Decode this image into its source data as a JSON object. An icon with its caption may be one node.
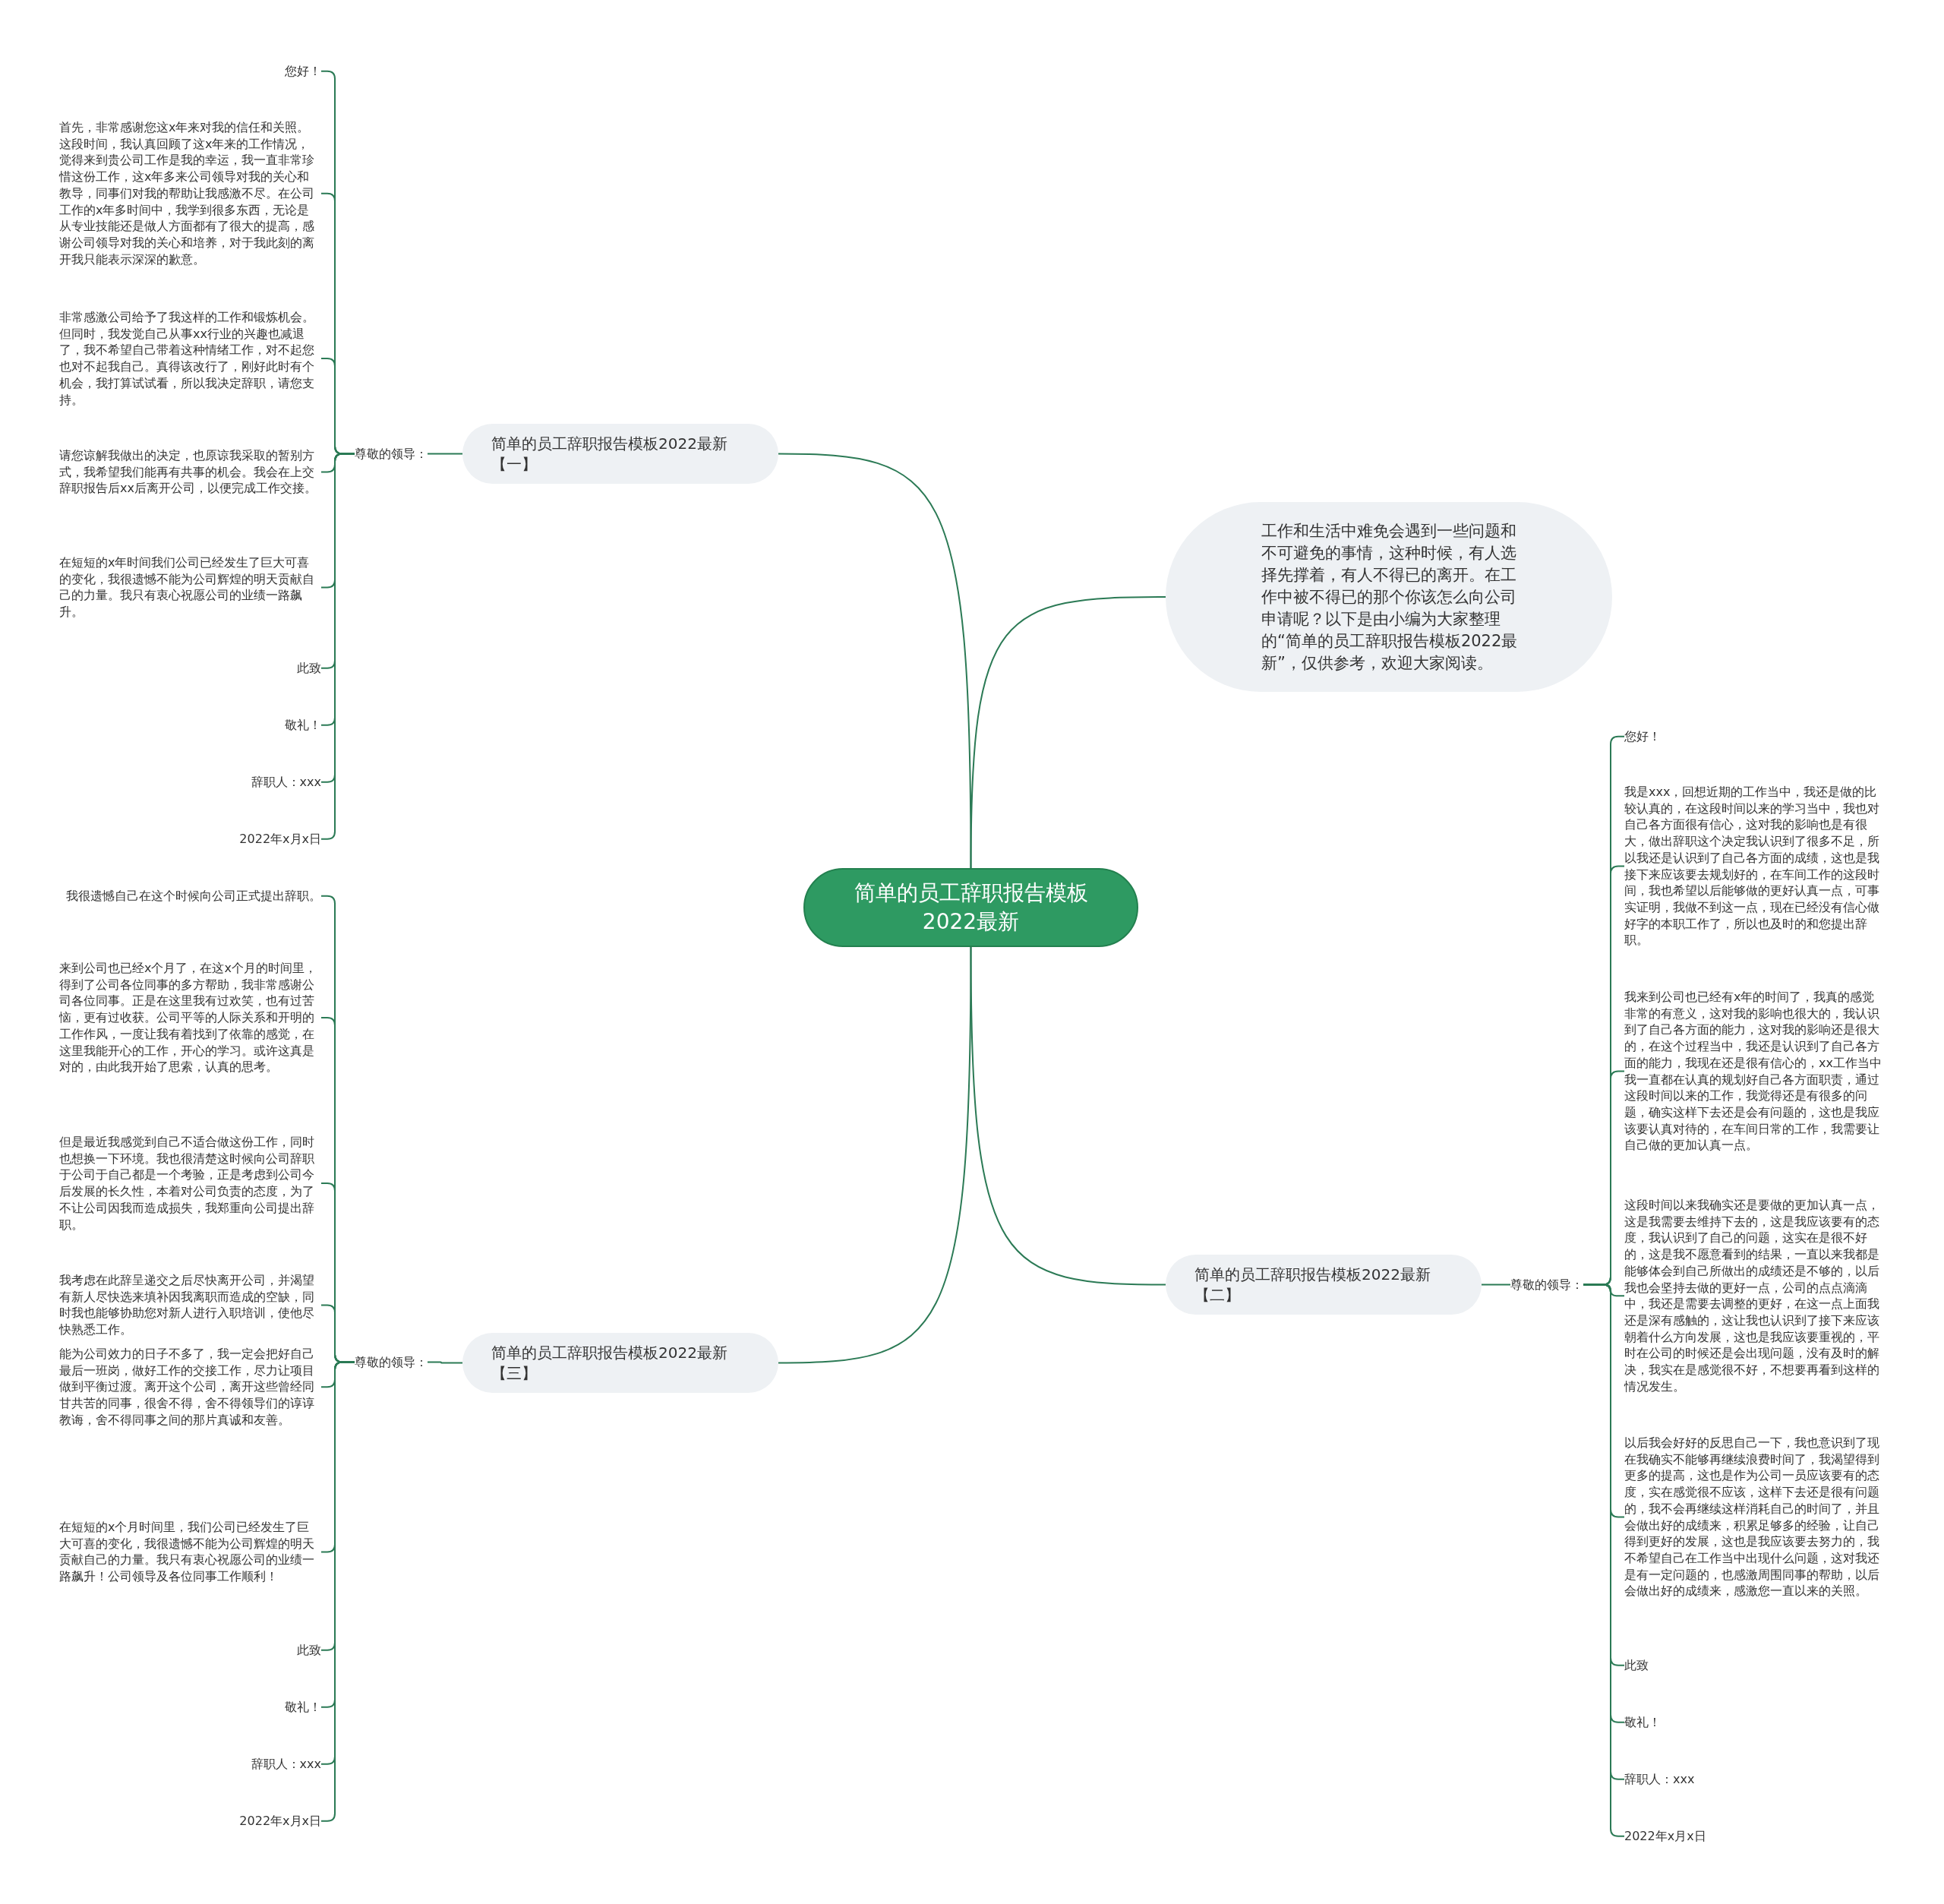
{
  "diagram": {
    "nodes": [
      {
        "text": [
          "简单的员工辞职报告模板2022最新"
        ]
      },
      {
        "text": [
          "简单的员工辞职报告模板2022最新【一】"
        ]
      },
      {
        "text": [
          "工作和生活中难免会遇到一些问题和不可避免的事情，这种时候，有人选择先撑着，有人不得已的离开。在工作中被不得已的那个你该怎么向公司申请呢？以下是由小编为大家整理的“简单的员工辞职报告模板2022最新”，仅供参考，欢迎大家阅读。"
        ]
      },
      {
        "text": [
          "简单的员工辞职报告模板2022最新【二】"
        ]
      },
      {
        "text": [
          "简单的员工辞职报告模板2022最新【三】"
        ]
      },
      {
        "text": [
          "尊敬的领导："
        ]
      },
      {
        "text": [
          "您好！"
        ]
      },
      {
        "text": [
          "首先，非常感谢您这x年来对我的信任和关照。这段时间，我认真回顾了这x年来的工作情况，觉得来到贵公司工作是我的幸运，我一直非常珍惜这份工作，这x年多来公司领导对我的关心和教导，同事们对我的帮助让我感激不尽。在公司工作的x年多时间中，我学到很多东西，无论是从专业技能还是做人方面都有了很大的提高，感谢公司领导对我的关心和培养，对于我此刻的离开我只能表示深深的歉意。"
        ]
      },
      {
        "text": [
          "非常感激公司给予了我这样的工作和锻炼机会。但同时，我发觉自己从事xx行业的兴趣也减退了，我不希望自己带着这种情绪工作，对不起您也对不起我自己。真得该改行了，刚好此时有个机会，我打算试试看，所以我决定辞职，请您支持。"
        ]
      },
      {
        "text": [
          "请您谅解我做出的决定，也原谅我采取的暂别方式，我希望我们能再有共事的机会。我会在上交辞职报告后xx后离开公司，以便完成工作交接。"
        ]
      },
      {
        "text": [
          "在短短的x年时间我们公司已经发生了巨大可喜的变化，我很遗憾不能为公司辉煌的明天贡献自己的力量。我只有衷心祝愿公司的业绩一路飙升。"
        ]
      },
      {
        "text": [
          "此致"
        ]
      },
      {
        "text": [
          "敬礼！"
        ]
      },
      {
        "text": [
          "辞职人：xxx"
        ]
      },
      {
        "text": [
          "2022年x月x日"
        ]
      },
      {
        "text": [
          "尊敬的领导："
        ]
      },
      {
        "text": [
          "您好！"
        ]
      },
      {
        "text": [
          "我是xxx，回想近期的工作当中，我还是做的比较认真的，在这段时间以来的学习当中，我也对自己各方面很有信心，这对我的影响也是有很大，做出辞职这个决定我认识到了很多不足，所以我还是认识到了自己各方面的成绩，这也是我接下来应该要去规划好的，在车间工作的这段时间，我也希望以后能够做的更好认真一点，可事实证明，我做不到这一点，现在已经没有信心做好字的本职工作了，所以也及时的和您提出辞职。"
        ]
      },
      {
        "text": [
          "我来到公司也已经有x年的时间了，我真的感觉非常的有意义，这对我的影响也很大的，我认识到了自己各方面的能力，这对我的影响还是很大的，在这个过程当中，我还是认识到了自己各方面的能力，我现在还是很有信心的，xx工作当中我一直都在认真的规划好自己各方面职责，通过这段时间以来的工作，我觉得还是有很多的问题，确实这样下去还是会有问题的，这也是我应该要认真对待的，在车间日常的工作，我需要让自己做的更加认真一点。"
        ]
      },
      {
        "text": [
          "这段时间以来我确实还是要做的更加认真一点，这是我需要去维持下去的，这是我应该要有的态度，我认识到了自己的问题，这实在是很不好的，这是我不愿意看到的结果，一直以来我都是能够体会到自己所做出的成绩还是不够的，以后我也会坚持去做的更好一点，公司的点点滴滴中，我还是需要去调整的更好，在这一点上面我还是深有感触的，这让我也认识到了接下来应该朝着什么方向发展，这也是我应该要重视的，平时在公司的时候还是会出现问题，没有及时的解决，我实在是感觉很不好，不想要再看到这样的情况发生。"
        ]
      },
      {
        "text": [
          "以后我会好好的反思自己一下，我也意识到了现在我确实不能够再继续浪费时间了，我渴望得到更多的提高，这也是作为公司一员应该要有的态度，实在感觉很不应该，这样下去还是很有问题的，我不会再继续这样消耗自己的时间了，并且会做出好的成绩来，积累足够多的经验，让自己得到更好的发展，这也是我应该要去努力的，我不希望自己在工作当中出现什么问题，这对我还是有一定问题的，也感激周围同事的帮助，以后会做出好的成绩来，感激您一直以来的关照。"
        ]
      },
      {
        "text": [
          "此致"
        ]
      },
      {
        "text": [
          "敬礼！"
        ]
      },
      {
        "text": [
          "辞职人：xxx"
        ]
      },
      {
        "text": [
          "2022年x月x日"
        ]
      },
      {
        "text": [
          "尊敬的领导："
        ]
      },
      {
        "text": [
          "我很遗憾自己在这个时候向公司正式提出辞职。"
        ]
      },
      {
        "text": [
          "来到公司也已经x个月了，在这x个月的时间里，得到了公司各位同事的多方帮助，我非常感谢公司各位同事。正是在这里我有过欢笑，也有过苦恼，更有过收获。公司平等的人际关系和开明的工作作风，一度让我有着找到了依靠的感觉，在这里我能开心的工作，开心的学习。或许这真是对的，由此我开始了思索，认真的思考。"
        ]
      },
      {
        "text": [
          "但是最近我感觉到自己不适合做这份工作，同时也想换一下环境。我也很清楚这时候向公司辞职于公司于自己都是一个考验，正是考虑到公司今后发展的长久性，本着对公司负责的态度，为了不让公司因我而造成损失，我郑重向公司提出辞职。"
        ]
      },
      {
        "text": [
          "我考虑在此辞呈递交之后尽快离开公司，并渴望有新人尽快选来填补因我离职而造成的空缺，同时我也能够协助您对新人进行入职培训，使他尽快熟悉工作。"
        ]
      },
      {
        "text": [
          "能为公司效力的日子不多了，我一定会把好自己最后一班岗，做好工作的交接工作，尽力让项目做到平衡过渡。离开这个公司，离开这些曾经同甘共苦的同事，很舍不得，舍不得领导们的谆谆教诲，舍不得同事之间的那片真诚和友善。"
        ]
      },
      {
        "text": [
          "在短短的x个月时间里，我们公司已经发生了巨大可喜的变化，我很遗憾不能为公司辉煌的明天贡献自己的力量。我只有衷心祝愿公司的业绩一路飙升！公司领导及各位同事工作顺利！"
        ]
      },
      {
        "text": [
          "此致"
        ]
      },
      {
        "text": [
          "敬礼！"
        ]
      },
      {
        "text": [
          "辞职人：xxx"
        ]
      },
      {
        "text": [
          "2022年x月x日"
        ]
      }
    ],
    "edges": [
      {
        "from": 0,
        "to": 1,
        "arrow": "none"
      },
      {
        "from": 0,
        "to": 2,
        "arrow": "none"
      },
      {
        "from": 0,
        "to": 3,
        "arrow": "none"
      },
      {
        "from": 0,
        "to": 4,
        "arrow": "none"
      },
      {
        "from": 1,
        "to": 5,
        "arrow": "none"
      },
      {
        "from": 5,
        "to": 6,
        "arrow": "none"
      },
      {
        "from": 5,
        "to": 7,
        "arrow": "none"
      },
      {
        "from": 5,
        "to": 8,
        "arrow": "none"
      },
      {
        "from": 5,
        "to": 9,
        "arrow": "none"
      },
      {
        "from": 5,
        "to": 10,
        "arrow": "none"
      },
      {
        "from": 5,
        "to": 11,
        "arrow": "none"
      },
      {
        "from": 5,
        "to": 12,
        "arrow": "none"
      },
      {
        "from": 5,
        "to": 13,
        "arrow": "none"
      },
      {
        "from": 5,
        "to": 14,
        "arrow": "none"
      },
      {
        "from": 3,
        "to": 15,
        "arrow": "none"
      },
      {
        "from": 15,
        "to": 16,
        "arrow": "none"
      },
      {
        "from": 15,
        "to": 17,
        "arrow": "none"
      },
      {
        "from": 15,
        "to": 18,
        "arrow": "none"
      },
      {
        "from": 15,
        "to": 19,
        "arrow": "none"
      },
      {
        "from": 15,
        "to": 20,
        "arrow": "none"
      },
      {
        "from": 15,
        "to": 21,
        "arrow": "none"
      },
      {
        "from": 15,
        "to": 22,
        "arrow": "none"
      },
      {
        "from": 15,
        "to": 23,
        "arrow": "none"
      },
      {
        "from": 15,
        "to": 24,
        "arrow": "none"
      },
      {
        "from": 4,
        "to": 25,
        "arrow": "none"
      },
      {
        "from": 25,
        "to": 26,
        "arrow": "none"
      },
      {
        "from": 25,
        "to": 27,
        "arrow": "none"
      },
      {
        "from": 25,
        "to": 28,
        "arrow": "none"
      },
      {
        "from": 25,
        "to": 29,
        "arrow": "none"
      },
      {
        "from": 25,
        "to": 30,
        "arrow": "none"
      },
      {
        "from": 25,
        "to": 31,
        "arrow": "none"
      },
      {
        "from": 25,
        "to": 32,
        "arrow": "none"
      },
      {
        "from": 25,
        "to": 33,
        "arrow": "none"
      },
      {
        "from": 25,
        "to": 34,
        "arrow": "none"
      },
      {
        "from": 25,
        "to": 35,
        "arrow": "none"
      }
    ]
  }
}
